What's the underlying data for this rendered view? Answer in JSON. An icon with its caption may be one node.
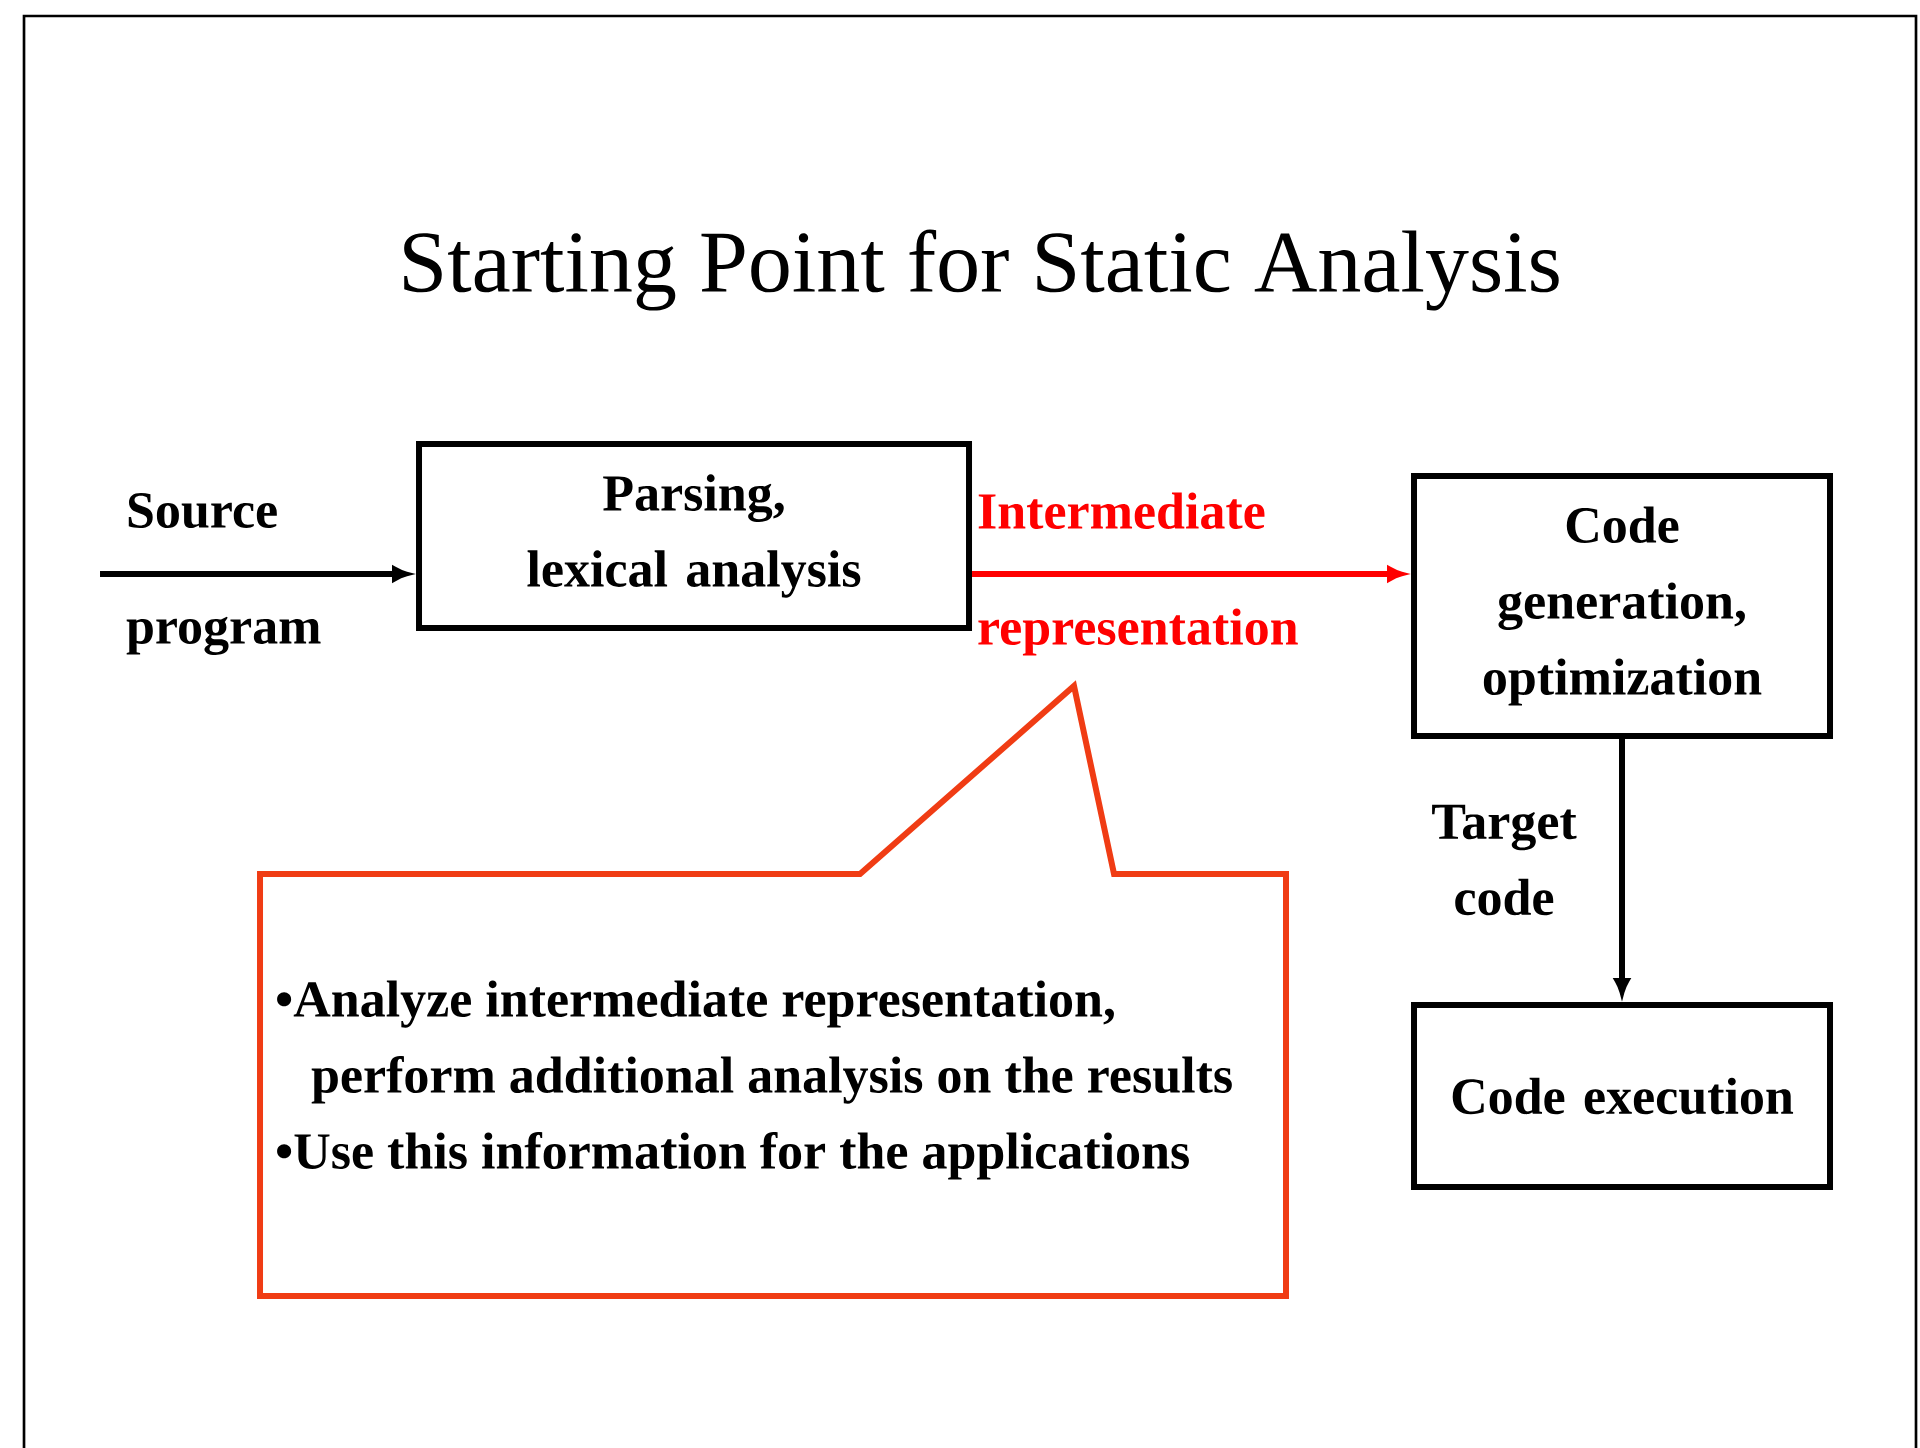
{
  "diagram": {
    "title": "Starting Point for Static Analysis",
    "nodes": [
      {
        "text": [
          "Parsing, lexical analysis"
        ]
      },
      {
        "text": [
          "Code generation, optimization"
        ]
      },
      {
        "text": [
          "Code execution"
        ]
      },
      {
        "text": [
          "•Analyze intermediate representation, perform additional analysis on the results",
          "•Use this information for the applications"
        ]
      }
    ],
    "edges": [
      {
        "from": null,
        "to": 0,
        "arrow": "to",
        "label": "Source program"
      },
      {
        "from": 0,
        "to": 1,
        "arrow": "to",
        "label": "Intermediate representation",
        "color": "#ff0000"
      },
      {
        "from": 1,
        "to": 2,
        "arrow": "to",
        "label": "Target code"
      }
    ]
  }
}
